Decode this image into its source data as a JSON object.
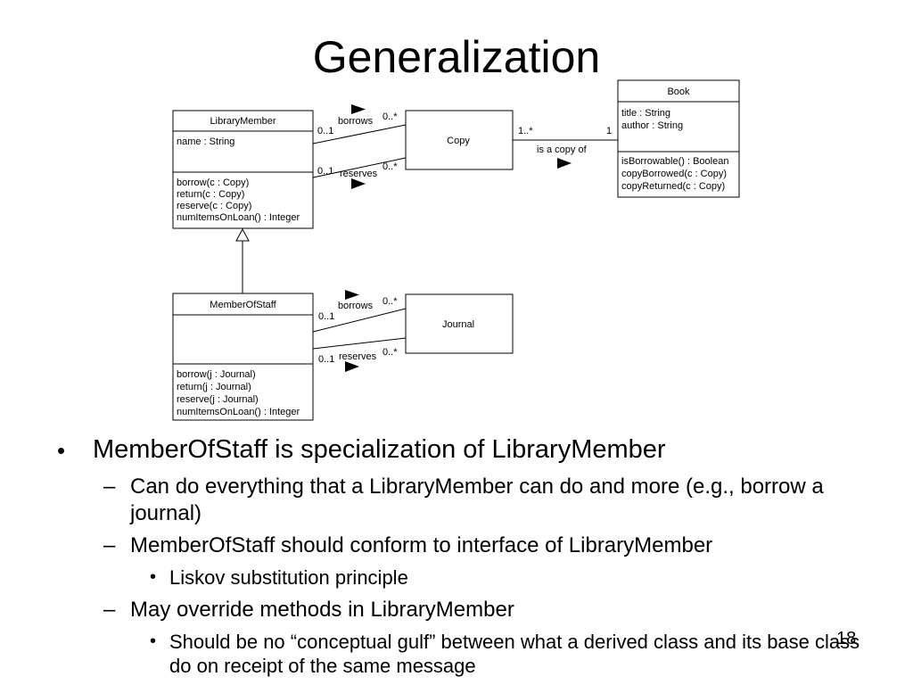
{
  "slide": {
    "title": "Generalization",
    "page_number": "18"
  },
  "diagram": {
    "classes": {
      "library_member": {
        "name": "LibraryMember",
        "attributes": [
          "name : String"
        ],
        "operations": [
          "borrow(c : Copy)",
          "return(c : Copy)",
          "reserve(c : Copy)",
          "numItemsOnLoan() : Integer"
        ]
      },
      "member_of_staff": {
        "name": "MemberOfStaff",
        "attributes": [],
        "operations": [
          "borrow(j : Journal)",
          "return(j : Journal)",
          "reserve(j : Journal)",
          "numItemsOnLoan() : Integer"
        ]
      },
      "copy": {
        "name": "Copy"
      },
      "journal": {
        "name": "Journal"
      },
      "book": {
        "name": "Book",
        "attributes": [
          "title : String",
          "author : String"
        ],
        "operations": [
          "isBorrowable() : Boolean",
          "copyBorrowed(c : Copy)",
          "copyReturned(c : Copy)"
        ]
      }
    },
    "associations": {
      "lm_borrows": {
        "label": "borrows",
        "source_mult": "0..1",
        "target_mult": "0..*"
      },
      "lm_reserves": {
        "label": "reserves",
        "source_mult": "0..1",
        "target_mult": "0..*"
      },
      "copy_book": {
        "label": "is a copy of",
        "source_mult": "1..*",
        "target_mult": "1"
      },
      "ms_borrows": {
        "label": "borrows",
        "source_mult": "0..1",
        "target_mult": "0..*"
      },
      "ms_reserves": {
        "label": "reserves",
        "source_mult": "0..1",
        "target_mult": "0..*"
      }
    }
  },
  "bullets": {
    "b1": "MemberOfStaff is specialization of LibraryMember",
    "b1_1": "Can do everything that a LibraryMember can do and more (e.g., borrow a journal)",
    "b1_2": "MemberOfStaff should conform to interface of LibraryMember",
    "b1_2_1": "Liskov substitution principle",
    "b1_3": "May override methods in LibraryMember",
    "b1_3_1": "Should be no “conceptual gulf” between what a derived class and its base class do on receipt of the same message"
  }
}
